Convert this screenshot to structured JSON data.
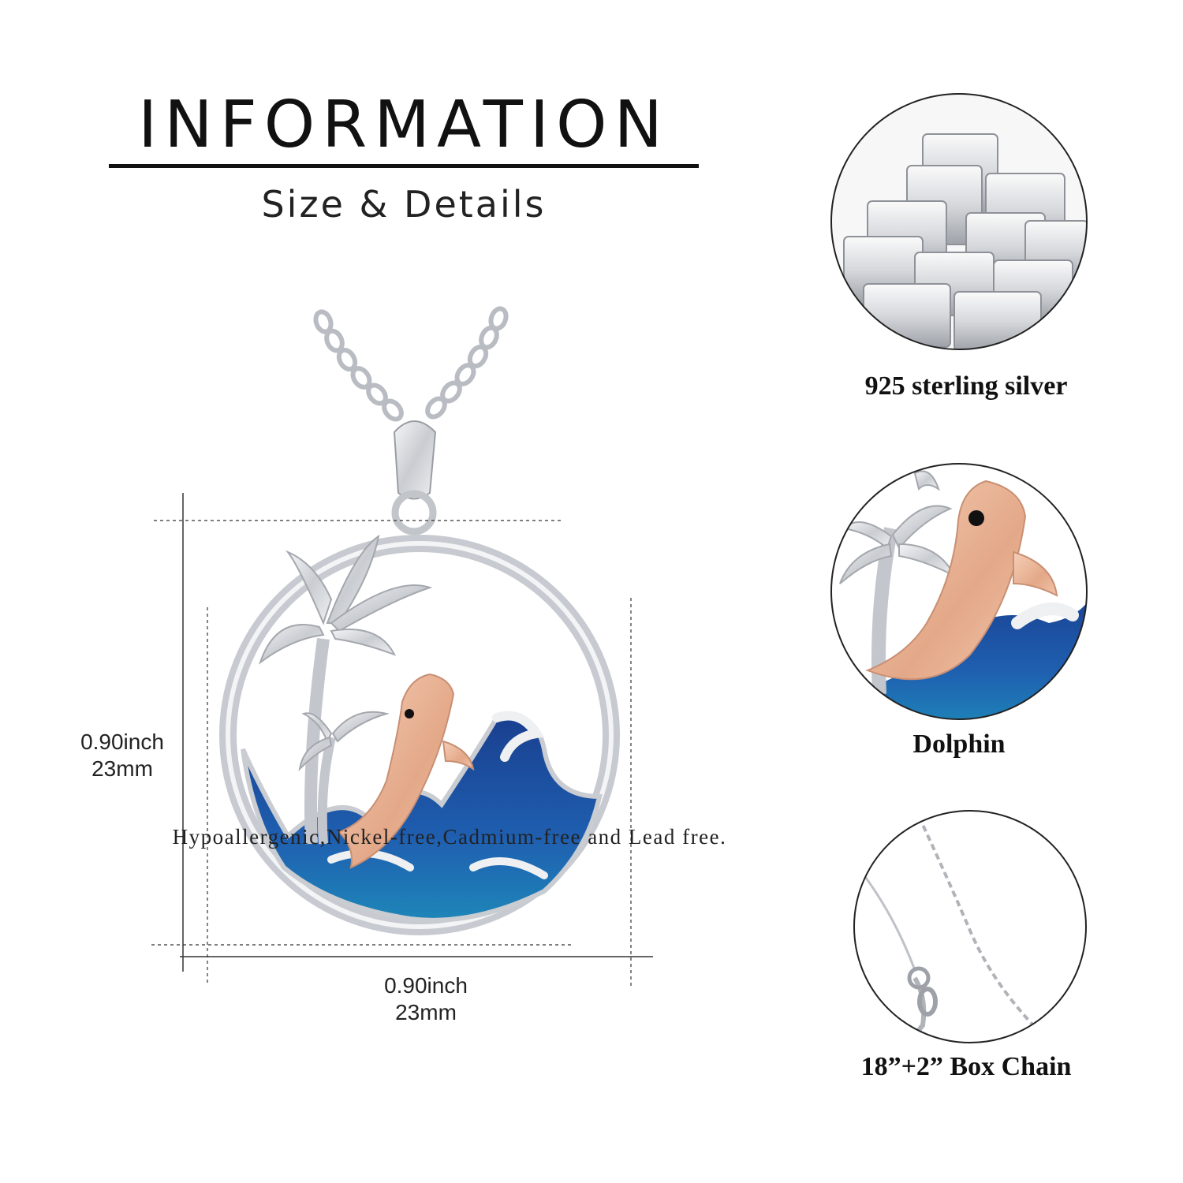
{
  "header": {
    "title": "INFORMATION",
    "subtitle": "Size & Details"
  },
  "dimensions": {
    "height": {
      "inch": "0.90inch",
      "mm": "23mm"
    },
    "width": {
      "inch": "0.90inch",
      "mm": "23mm"
    }
  },
  "footnote": "Hypoallergenic,Nickel-free,Cadmium-free and Lead free.",
  "features": [
    {
      "label": "925 sterling silver",
      "icon": "silver-bars-icon"
    },
    {
      "label": "Dolphin",
      "icon": "dolphin-closeup-icon"
    },
    {
      "label": "18”+2” Box Chain",
      "icon": "chain-icon"
    }
  ],
  "colors": {
    "silver": "#d4d6da",
    "rose_gold": "#e8b295",
    "enamel_blue": "#1f4f9e",
    "enamel_teal": "#1d7fb0"
  }
}
